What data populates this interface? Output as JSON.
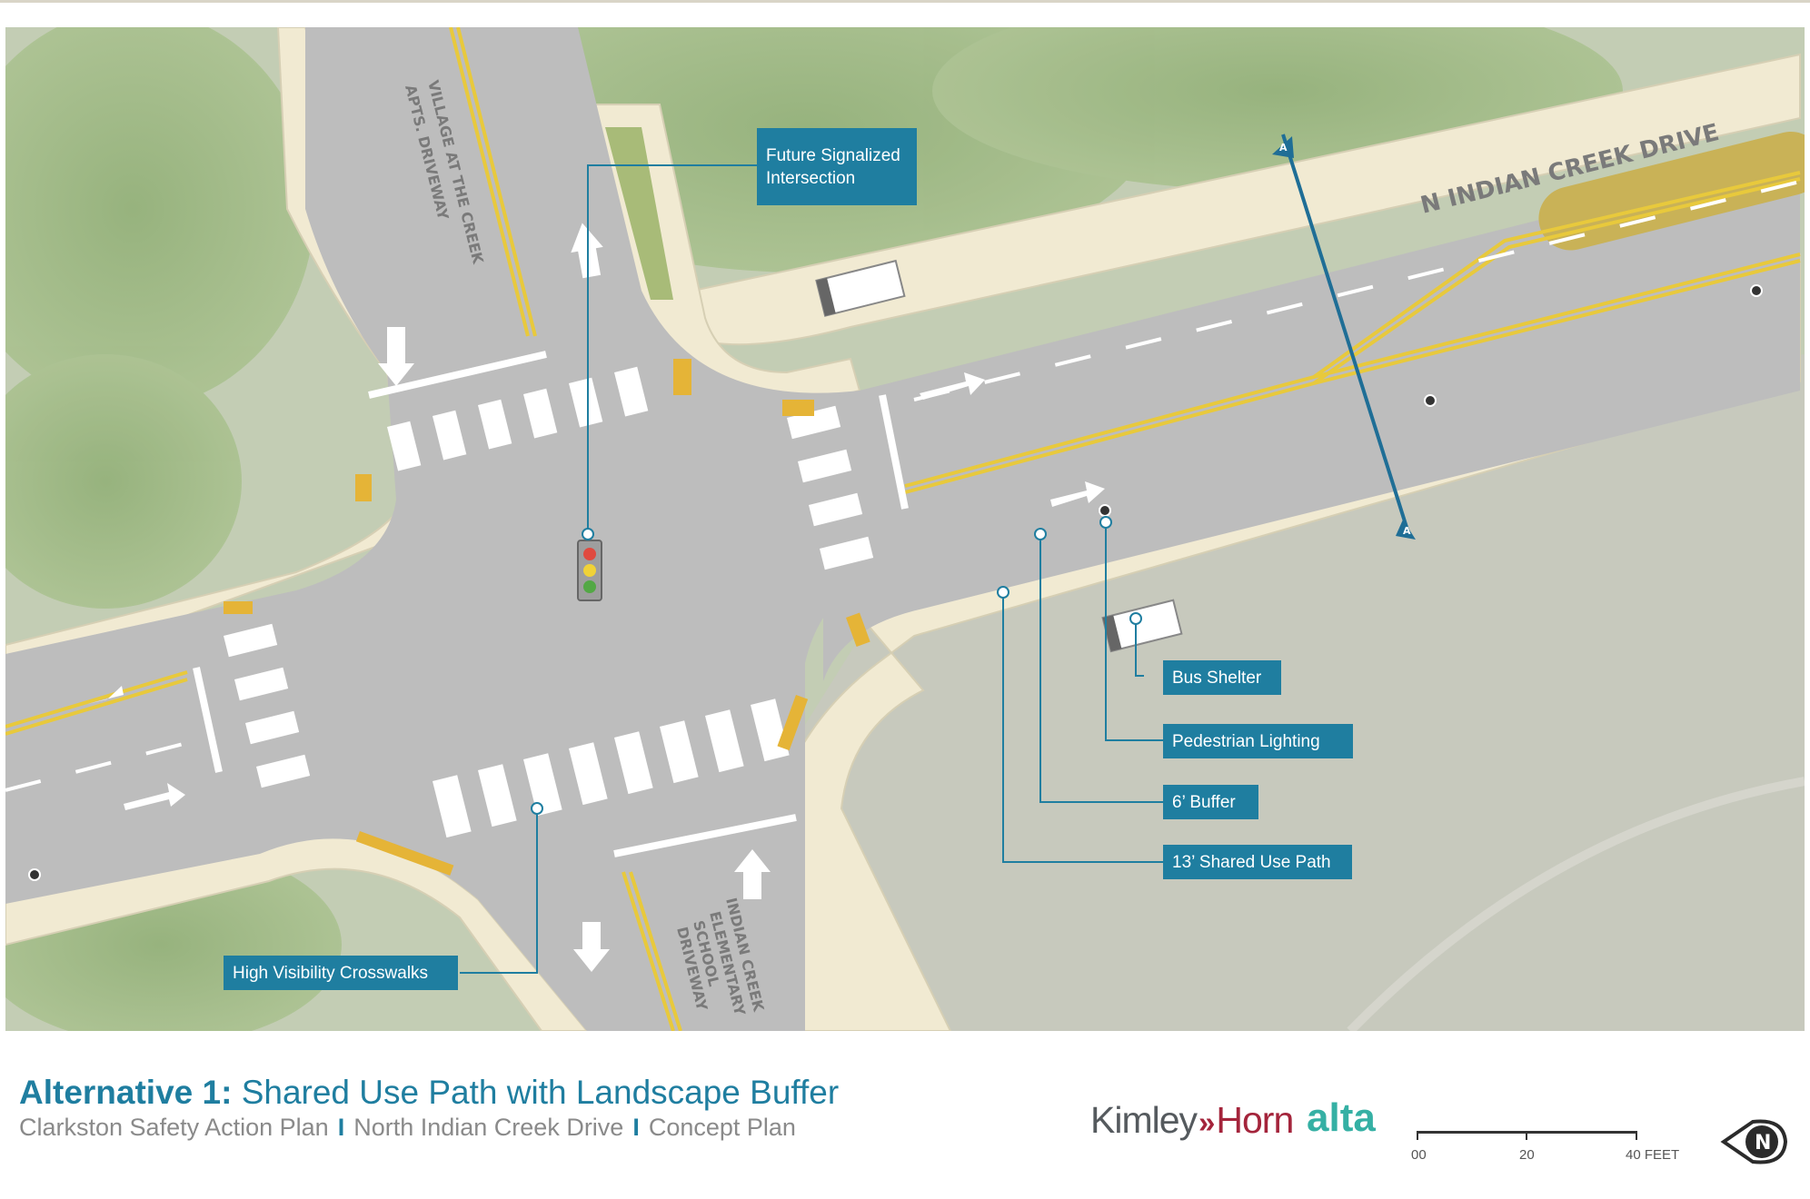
{
  "map": {
    "road_labels": {
      "main_road": "N INDIAN CREEK DRIVE",
      "north_driveway": [
        "VILLAGE AT THE CREEK",
        "APTS. DRIVEWAY"
      ],
      "south_driveway": [
        "INDIAN CREEK",
        "ELEMENTARY",
        "SCHOOL",
        "DRIVEWAY"
      ]
    },
    "section_marker": "A",
    "callouts": {
      "future_signal": [
        "Future Signalized",
        "Intersection"
      ],
      "bus_shelter": "Bus Shelter",
      "pedestrian_lighting": "Pedestrian Lighting",
      "buffer": "6’ Buffer",
      "shared_use_path": "13’ Shared Use Path",
      "crosswalks": "High Visibility Crosswalks"
    }
  },
  "footer": {
    "title_strong": "Alternative 1:",
    "title_rest": " Shared Use Path with Landscape Buffer",
    "subtitle": {
      "part1": "Clarkston Safety Action Plan",
      "separator": "I",
      "part2": "North Indian Creek Drive",
      "part3": "Concept Plan"
    },
    "logos": {
      "kimley": "Kimley",
      "chevrons": "»",
      "horn": "Horn",
      "alta": "alta"
    },
    "scale": {
      "label_0": "00",
      "label_20": "20",
      "label_40": "40 FEET"
    },
    "north_arrow_letter": "N"
  },
  "colors": {
    "callout": "#1f7ea0",
    "title": "#1f7ea0",
    "asphalt": "#bdbdbd",
    "sidewalk": "#f1ead2",
    "buffer": "#a8bb78",
    "yellow_line": "#e8c93c",
    "kimley_horn_red": "#a4243b",
    "alta_teal": "#35b0a4"
  }
}
